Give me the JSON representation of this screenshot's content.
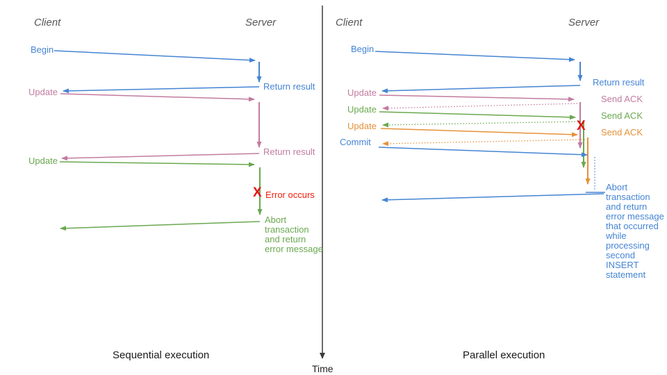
{
  "colors": {
    "blue": "#4584d3",
    "pink": "#c27ba0",
    "green": "#6aa84f",
    "orange": "#e69138",
    "red": "#f51d0d",
    "header_gray": "#575757",
    "axis_dark": "#3c3c3c"
  },
  "axis": {
    "time_label": "Time"
  },
  "left": {
    "title": "Sequential execution",
    "client": "Client",
    "server": "Server",
    "begin": "Begin",
    "return_result_1": "Return result",
    "update_1": "Update",
    "return_result_2": "Return result",
    "update_2": "Update",
    "error_x": "X",
    "error_label": "Error occurs",
    "abort_label": "Abort\ntransaction\nand return\nerror message"
  },
  "right": {
    "title": "Parallel execution",
    "client": "Client",
    "server": "Server",
    "begin": "Begin",
    "return_result": "Return result",
    "update_1": "Update",
    "send_ack_1": "Send ACK",
    "update_2": "Update",
    "send_ack_2": "Send ACK",
    "update_3": "Update",
    "send_ack_3": "Send ACK",
    "commit": "Commit",
    "error_x": "X",
    "abort_label": "Abort\ntransaction\nand return\nerror message\nthat occurred\nwhile\nprocessing\nsecond\nINSERT\nstatement"
  }
}
